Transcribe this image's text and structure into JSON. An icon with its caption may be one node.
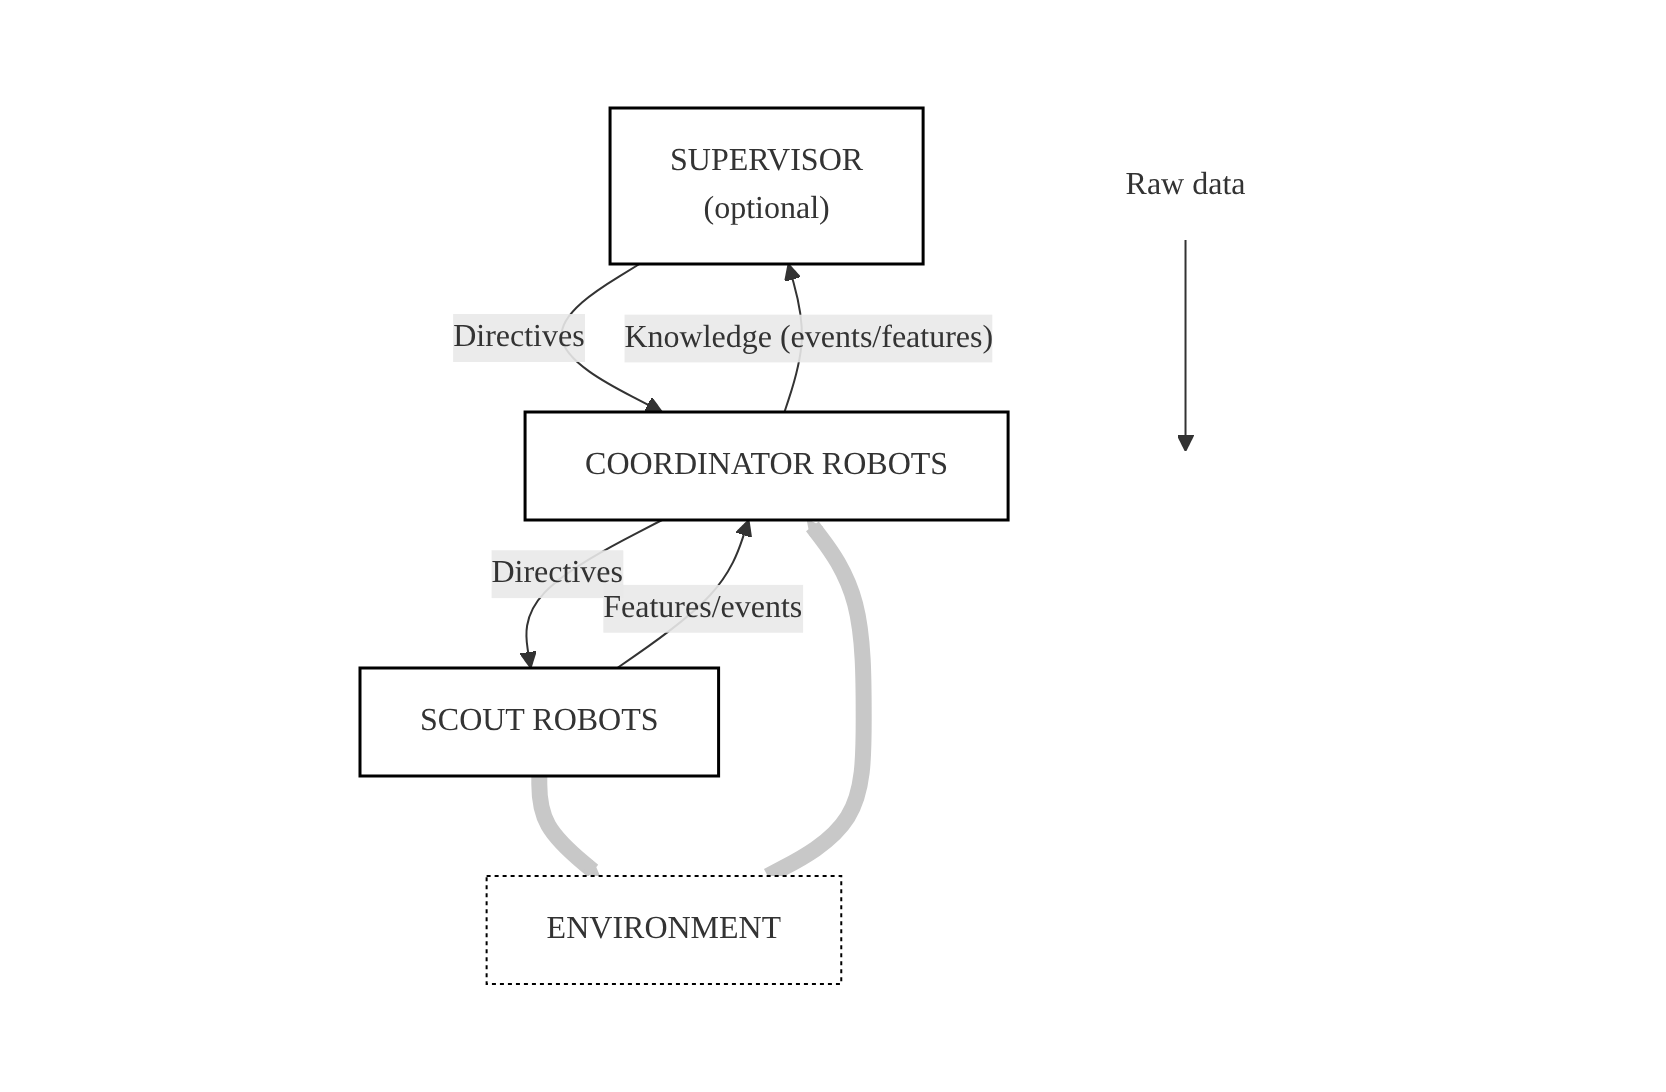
{
  "diagram": {
    "nodes": [
      {
        "text": [
          "SUPERVISOR",
          "(optional)"
        ]
      },
      {
        "text": [
          "COORDINATOR ROBOTS"
        ]
      },
      {
        "text": [
          "SCOUT ROBOTS"
        ]
      },
      {
        "text": [
          "ENVIRONMENT"
        ]
      },
      {
        "text": [
          "Raw data"
        ]
      }
    ],
    "edges": [
      {
        "from": 0,
        "to": 1,
        "arrow": "to",
        "label": "Directives"
      },
      {
        "from": 1,
        "to": 0,
        "arrow": "to",
        "label": "Knowledge (events/features)"
      },
      {
        "from": 1,
        "to": 2,
        "arrow": "to",
        "label": "Directives"
      },
      {
        "from": 2,
        "to": 1,
        "arrow": "to",
        "label": "Features/events"
      },
      {
        "from": 2,
        "to": 3,
        "arrow": "to",
        "style": "thick",
        "color": "#c8c8c8"
      },
      {
        "from": 3,
        "to": 1,
        "arrow": "to",
        "style": "thick",
        "color": "#c8c8c8"
      },
      {
        "from": 4,
        "to": null,
        "arrow": "to"
      }
    ]
  }
}
